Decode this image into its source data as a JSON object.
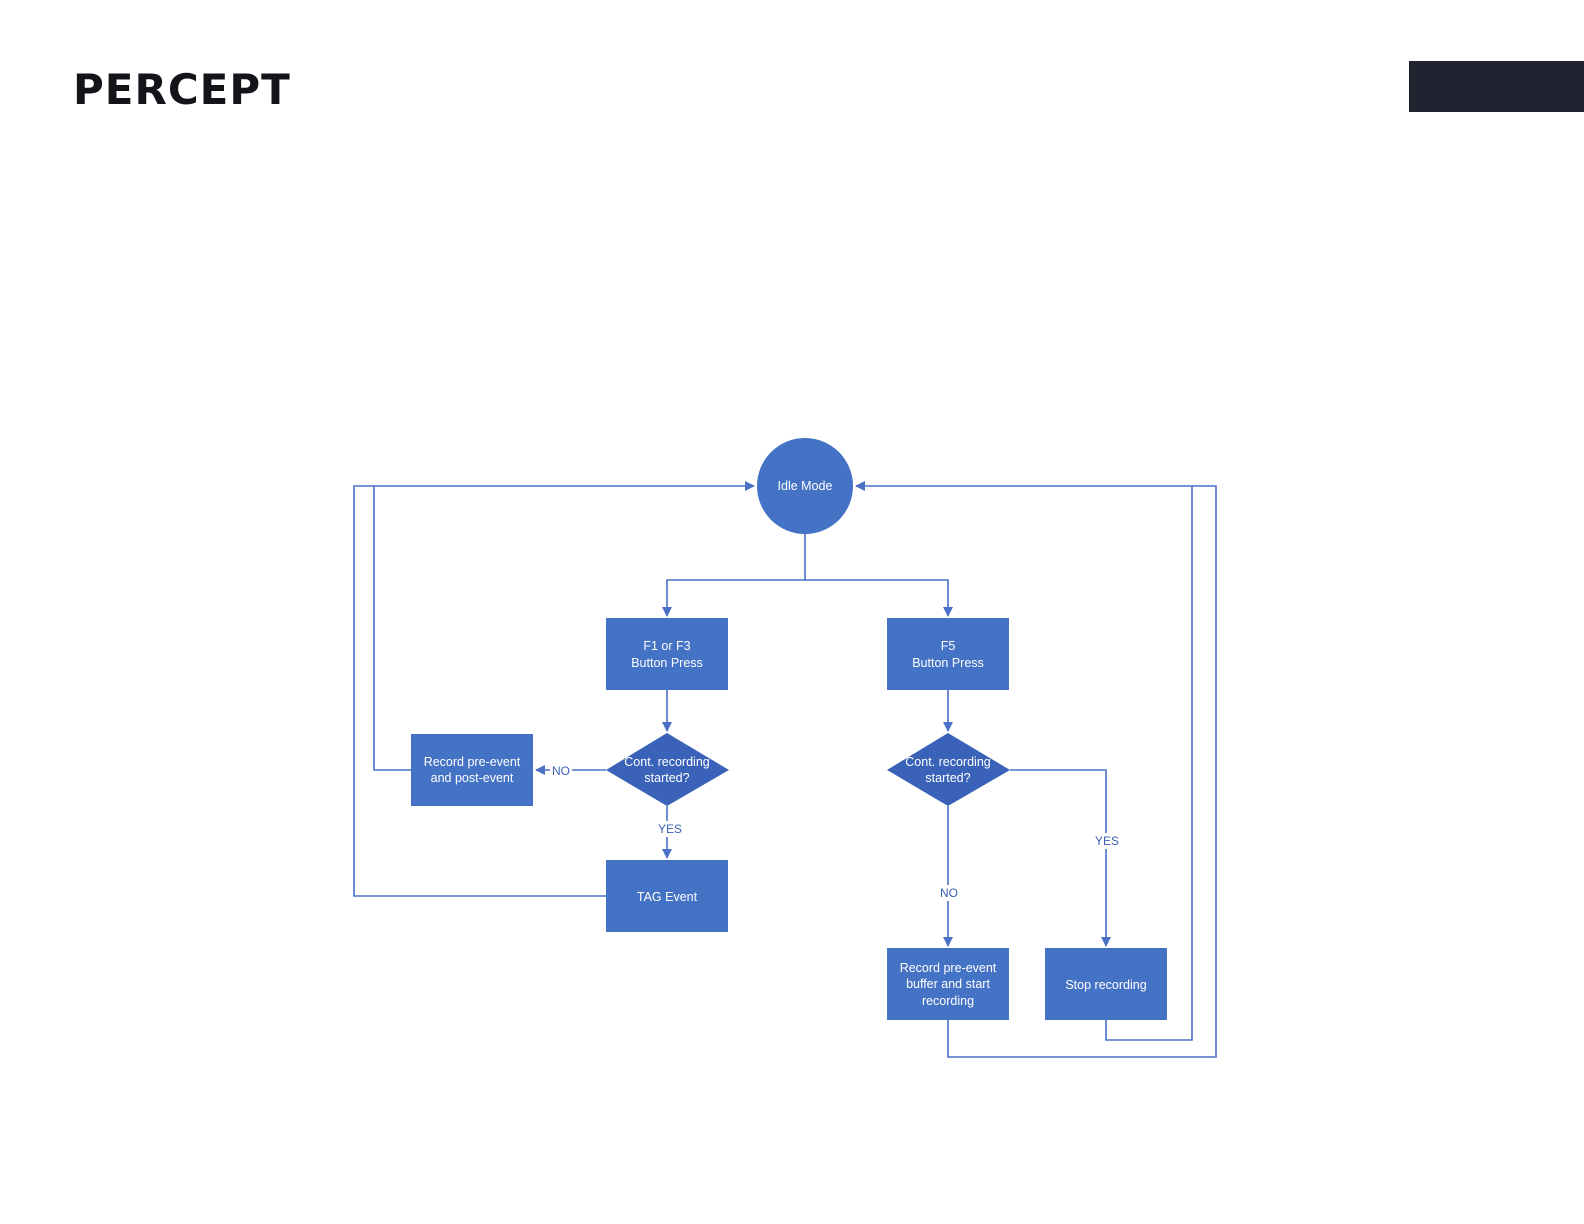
{
  "brand": {
    "logo_text": "PERCEPT",
    "accent_color": "#1d7c92",
    "corner_block_color": "#202330"
  },
  "diagram": {
    "node_color": "#4472c4",
    "decision_color": "#3a62b8",
    "edge_color": "#4a70c7",
    "nodes": {
      "idle": [
        "Idle Mode"
      ],
      "f1f3": [
        "F1 or F3",
        "Button Press"
      ],
      "f5": [
        "F5",
        "Button Press"
      ],
      "dec_left": [
        "Cont. recording",
        "started?"
      ],
      "dec_right": [
        "Cont. recording",
        "started?"
      ],
      "record_post": [
        "Record pre-event",
        "and post-event"
      ],
      "tag": [
        "TAG Event"
      ],
      "record_buffer": [
        "Record pre-event",
        "buffer and start",
        "recording"
      ],
      "stop": [
        "Stop recording"
      ]
    },
    "labels": {
      "left_no": "NO",
      "left_yes": "YES",
      "right_no": "NO",
      "right_yes": "YES"
    }
  }
}
